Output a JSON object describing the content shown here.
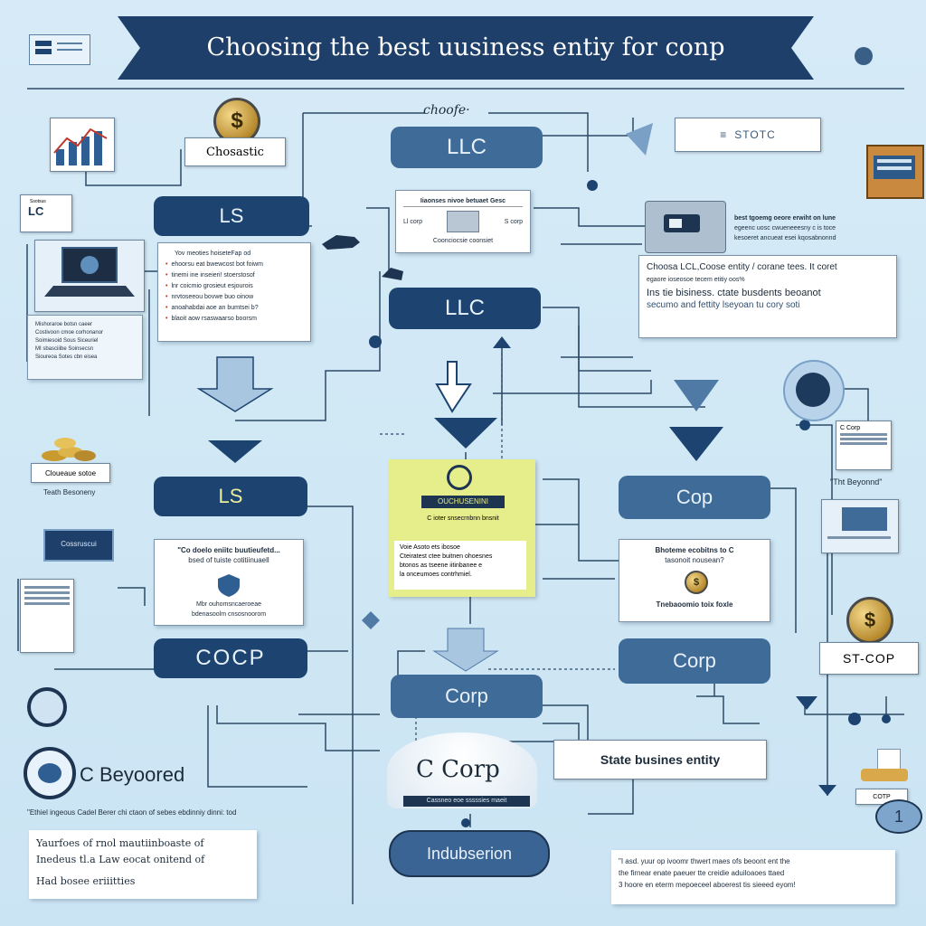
{
  "title": "Choosing the best uusiness entiy for conp",
  "labels": {
    "choose_top": "choofe·",
    "stotc": "STOTC",
    "chosastic": "Chosastic",
    "lc_tag": "LC",
    "beyoored": "C Beyoored",
    "state_business": "State busines entity",
    "stcop": "ST-COP",
    "tht_beyond": "\"Tht Beyonnd\"",
    "c_corp_badge": "C Corp",
    "c_corp_big": "C Corp",
    "cotp_small": "COTP",
    "bottom_quote": "\"Ethiel ingeous Cadel Berer chi ctaon of sebes ebdinniy dinni: tod"
  },
  "nodes": {
    "llc_top": "LLC",
    "ls_top": "LS",
    "llc_mid": "LLC",
    "ls_mid": "LS",
    "corp_left": "COCP",
    "corp_center": "Corp",
    "cop_right": "Cop",
    "corp_right": "Corp",
    "mid_pill": "Indubserion",
    "yellow_header": "OUCHUSENINI"
  },
  "cards": {
    "ls_list": [
      "Yov meoties hoiseteFap od",
      "ehoorsu eat bwewcost bot foiwm",
      "tinemi ine inseieri! stoerstosof",
      "lnr coicmio grosieut esjourois",
      "nrvtoseeou bovwe buo oinow",
      "anoahabdai aoe an bumtsei b?",
      "blaoit aow rsaswaarso boorsm"
    ],
    "left_text": [
      "Mishoraroe botsn caeer",
      "Costivoon cmoe corhonanor",
      "Soimiesoid Sous Siceuriel",
      "MI sbasciiibe Soinsecsn",
      "Sioureoa Sotes cbn eisea"
    ],
    "llc_card_head": "Iiaonses nivoe betuaet Gesc",
    "llc_card_line1": "Ll corp",
    "llc_card_line2": "S corp",
    "llc_card_foot": "Coonciocsie coonsiet",
    "right_top": [
      "best tgoemg oeore erwiht on lune",
      "egeenc uosc cwueneeesny c is toce",
      "kesoeret ancueat esei kqosabnonnd"
    ],
    "right_mid": [
      "Choosa LCL,Coose entity / corane tees. It coret",
      "egaore ioseosoe tecem etitiy oos%",
      "Ins tie bisiness. ctate busdents beoanot",
      "secumo and fettity lseyoan tu cory soti"
    ],
    "ls_mid_card": [
      "\"Co doelo eniitc buutieufetd...",
      "bsed of tuiste cotitiinuaell"
    ],
    "ls_mid_foot": [
      "Mbr ouhomsncaeroeae",
      "bdenasoolm cnsosnoorom"
    ],
    "yellow": [
      "C ioter snsecrnbnn bnsnit",
      "Voie Asoto ets ibosoe",
      "Cteiratest ctee buitnen ohoesnes",
      "btonos as tseene iitinbanee e",
      "la onceumoes contrhmiel."
    ],
    "cop_card": [
      "Bhoteme ecobitns to C",
      "tasonoit nousean?"
    ],
    "cop_card_foot": "Tnebaoomio toix foxle",
    "bottom_left": [
      "Yaurfoes of rnol mautiinboaste of",
      "Inedeus tl.a Law eocat onitend of",
      "Had bosee eriiitties"
    ],
    "bottom_right": [
      "\"I asd. yuur op ivoomr thwert maes ofs beoont ent the",
      "the firnear enate paeuer tte creidie aduiloaoes ttaed",
      "3 hoore en eterm mepoeceel aboerest tis sieeed eyom!"
    ],
    "small_cap": "Cloueaue sotoe",
    "small_cap2": "Teath Besoneny",
    "monitor_label": "Cossruscui",
    "c_corp_caption": "Cassneo eoe sssssies maeit"
  },
  "colors": {
    "navy": "#1d4470",
    "mid_blue": "#3f6b98",
    "background": "#cfe6f4",
    "yellow": "#e6ee8c",
    "accent_red": "#c0392b"
  },
  "icons": [
    "dollar-coin-icon",
    "bar-chart-icon",
    "laptop-icon",
    "gold-coins-icon",
    "shield-icon",
    "gavel-icon",
    "building-icon",
    "document-icon"
  ]
}
